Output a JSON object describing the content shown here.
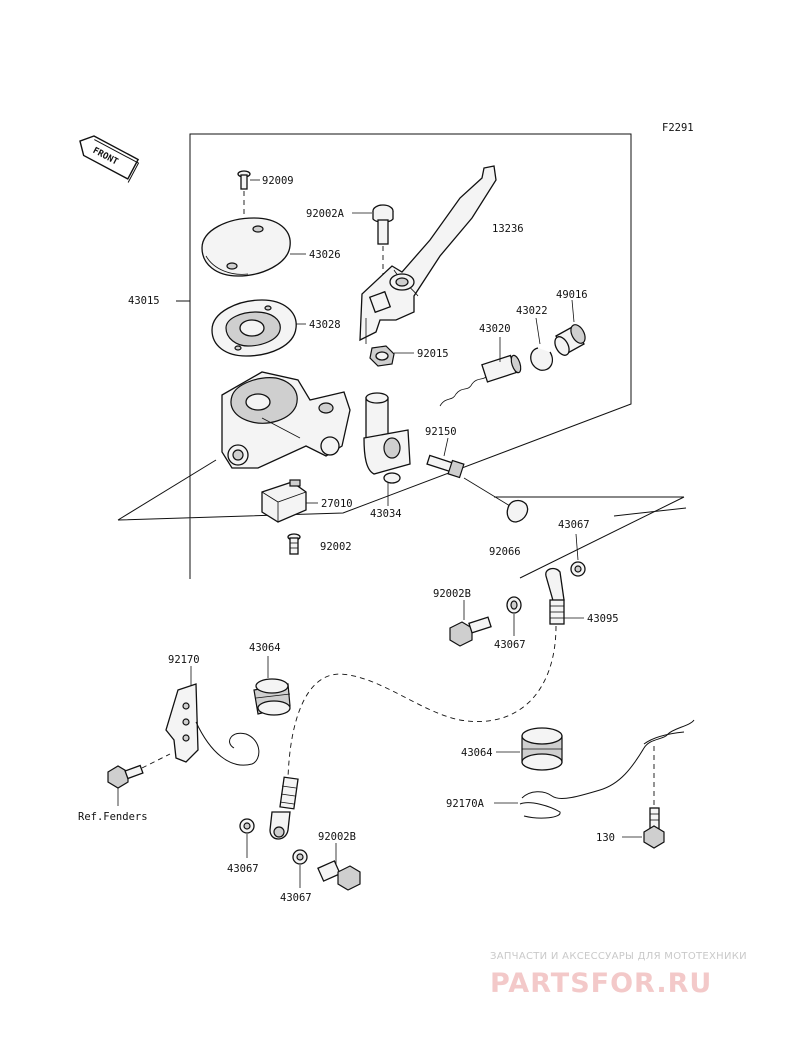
{
  "figure_code": "F2291",
  "front_label": "FRONT",
  "parts": {
    "p92009": "92009",
    "p92002A": "92002A",
    "p13236": "13236",
    "p43026": "43026",
    "p43015": "43015",
    "p43028": "43028",
    "p49016": "49016",
    "p43022": "43022",
    "p43020": "43020",
    "p92015": "92015",
    "p92150": "92150",
    "p27010": "27010",
    "p43034": "43034",
    "p92002": "92002",
    "p43067_a": "43067",
    "p92066": "92066",
    "p92002B_a": "92002B",
    "p43095": "43095",
    "p43067_b": "43067",
    "p92170": "92170",
    "p43064_a": "43064",
    "p43064_b": "43064",
    "p92170A": "92170A",
    "p130": "130",
    "p92002B_b": "92002B",
    "p43067_c": "43067",
    "p43067_d": "43067"
  },
  "ref_note": "Ref.Fenders",
  "watermark": {
    "tagline": "ЗАПЧАСТИ И АКСЕССУАРЫ ДЛЯ МОТОТЕХНИКИ",
    "brand": "PARTSFOR.RU"
  }
}
